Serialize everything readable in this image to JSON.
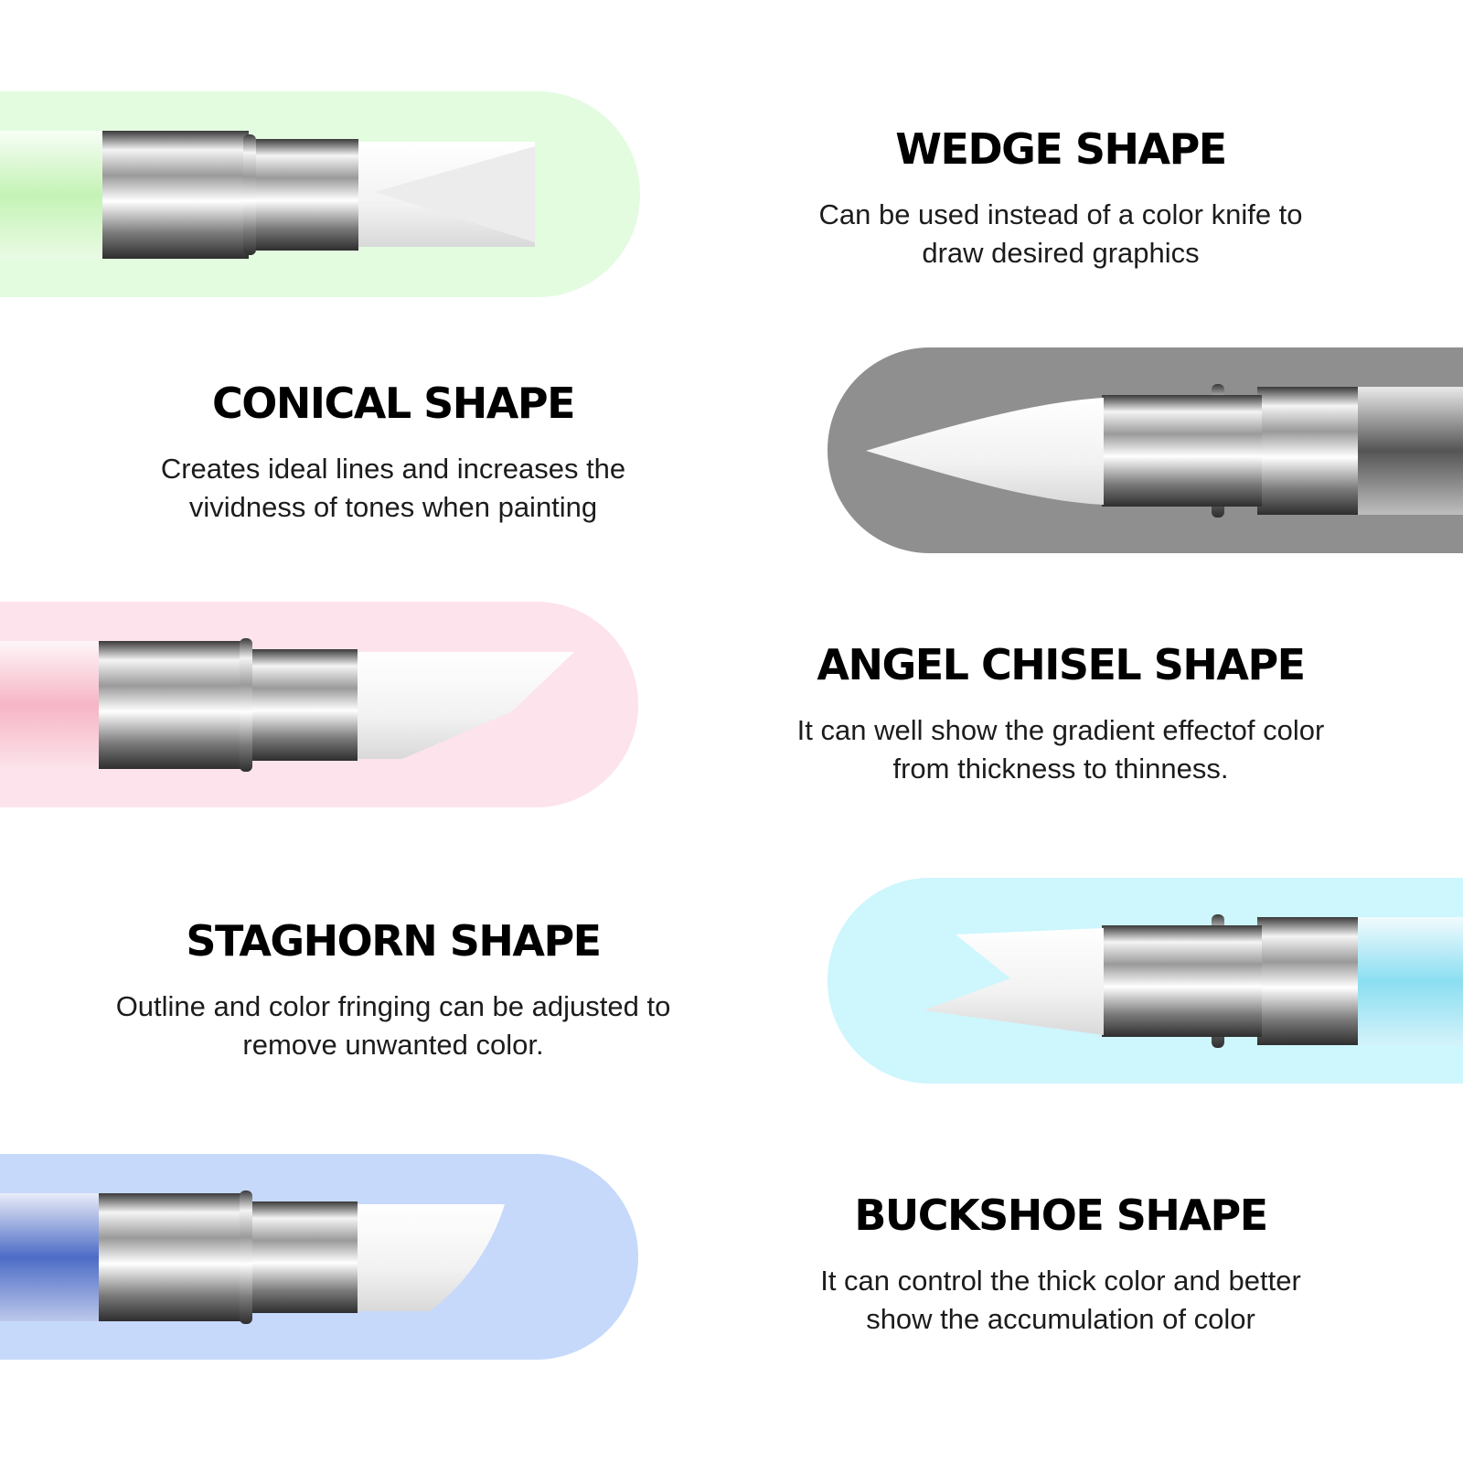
{
  "colors": {
    "wedge_band": "#e3fce0",
    "conical_band": "#8f8f8f",
    "angel_band": "#fde3ec",
    "staghorn_band": "#cdf6fd",
    "buckshoe_band": "#c6d9fb",
    "wedge_gem": "#b6f0a4",
    "conical_gem": "#2a2a2a",
    "angel_gem": "#f4a3b8",
    "staghorn_gem": "#6ed6ee",
    "buckshoe_gem": "#2047b8"
  },
  "shapes": [
    {
      "title": "WEDGE SHAPE",
      "lines": [
        "Can be used instead of a color knife to",
        "draw desired graphics"
      ]
    },
    {
      "title": "CONICAL SHAPE",
      "lines": [
        "Creates ideal lines and increases the",
        "vividness of tones when painting"
      ]
    },
    {
      "title": "ANGEL CHISEL SHAPE",
      "lines": [
        "It can well show the gradient effectof color",
        "from thickness to thinness."
      ]
    },
    {
      "title": "STAGHORN SHAPE",
      "lines": [
        "Outline and color fringing can be adjusted to",
        "remove unwanted color."
      ]
    },
    {
      "title": "BUCKSHOE SHAPE",
      "lines": [
        "It can control the thick color and better",
        "show the accumulation of color"
      ]
    }
  ]
}
